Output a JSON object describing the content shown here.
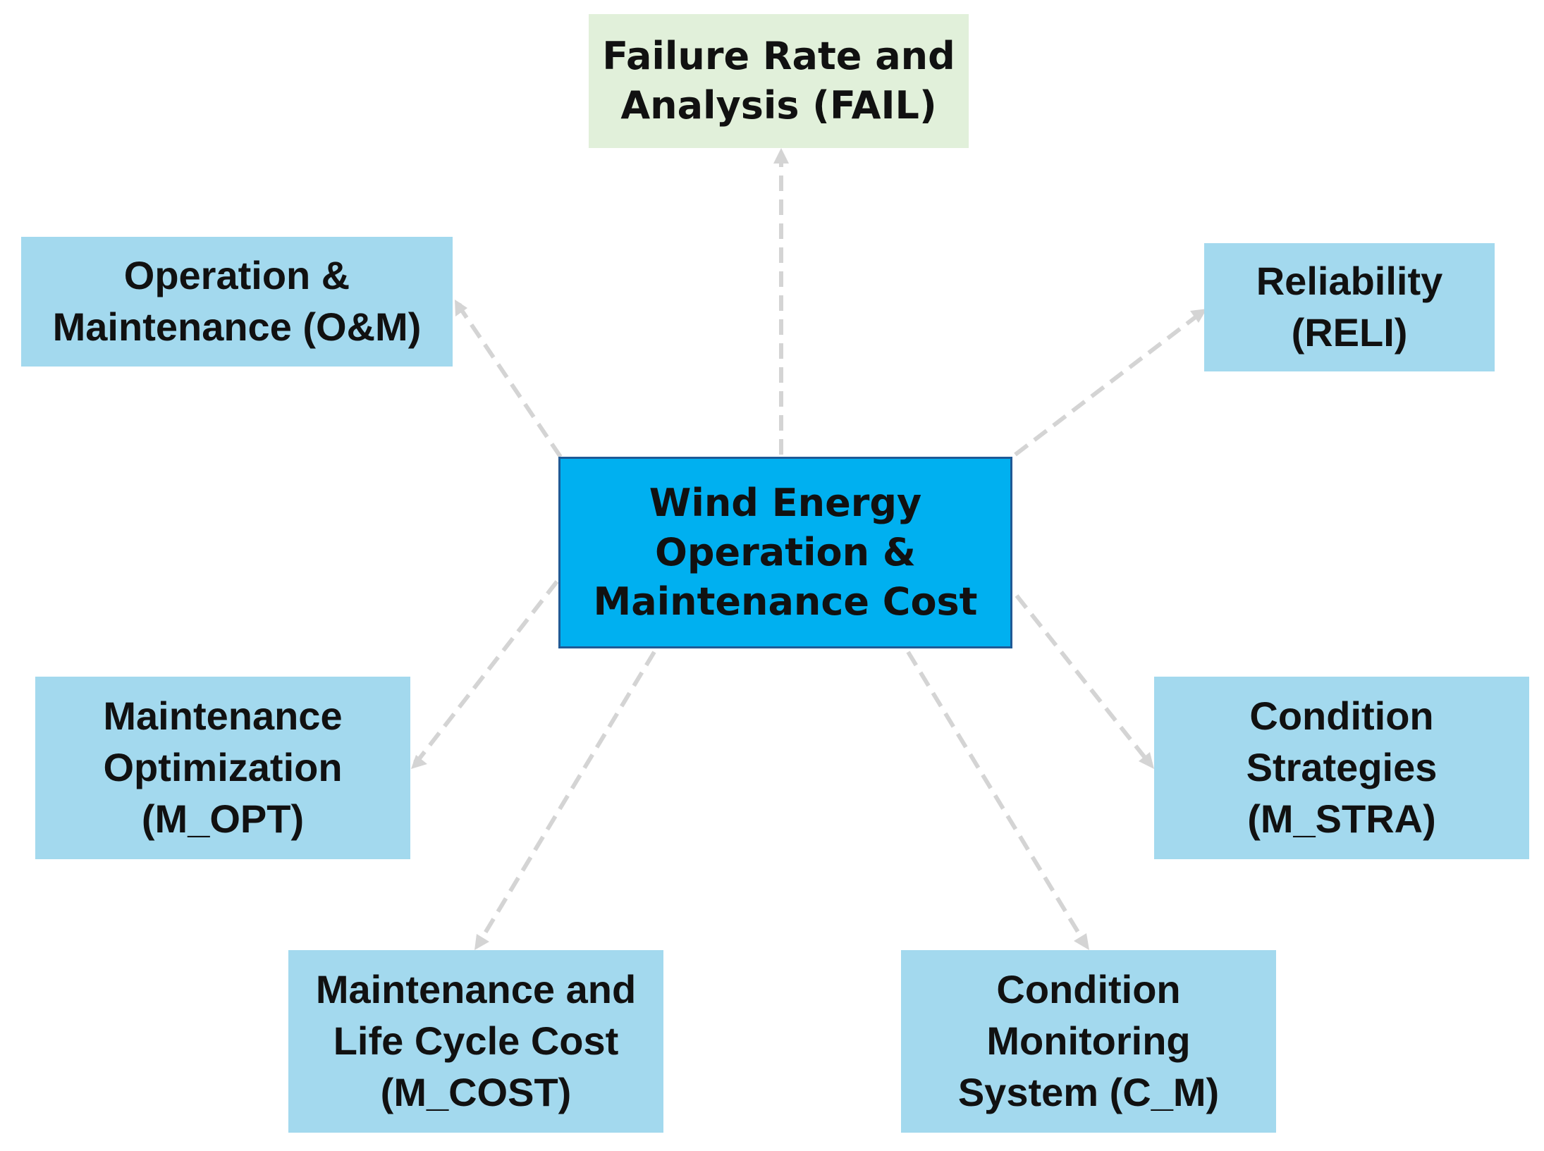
{
  "colors": {
    "center_fill": "#00b0f0",
    "center_border": "#1f5a96",
    "topic_fill": "#a3d9ee",
    "fail_fill": "#e1f0da",
    "arrow": "#d4d4d4"
  },
  "center": {
    "lines": [
      "Wind Energy",
      "Operation &",
      "Maintenance Cost"
    ]
  },
  "fail": {
    "lines": [
      "Failure Rate and",
      "Analysis (FAIL)"
    ]
  },
  "om": {
    "lines": [
      "Operation &",
      "Maintenance (O&M)"
    ]
  },
  "reli": {
    "lines": [
      "Reliability",
      "(RELI)"
    ]
  },
  "m_opt": {
    "lines": [
      "Maintenance",
      "Optimization",
      "(M_OPT)"
    ]
  },
  "m_stra": {
    "lines": [
      "Condition",
      "Strategies",
      "(M_STRA)"
    ]
  },
  "m_cost": {
    "lines": [
      "Maintenance and",
      "Life Cycle Cost",
      "(M_COST)"
    ]
  },
  "c_m": {
    "lines": [
      "Condition",
      "Monitoring",
      "System (C_M)"
    ]
  }
}
